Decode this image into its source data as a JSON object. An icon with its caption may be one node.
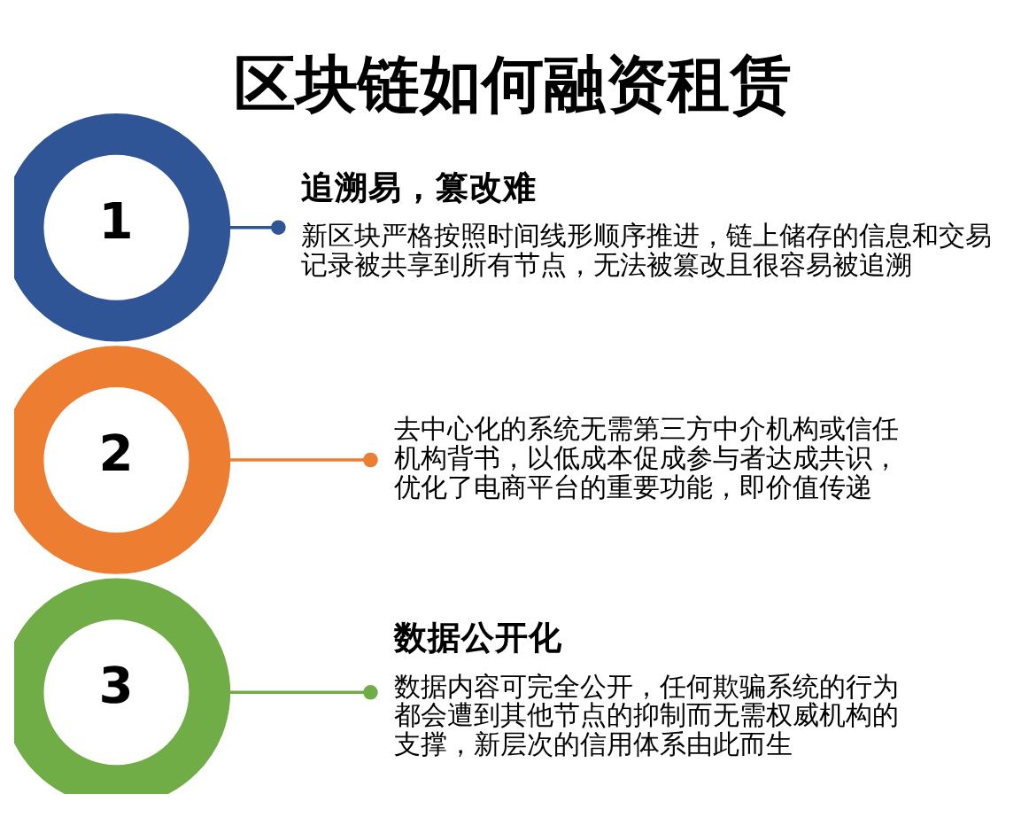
{
  "diagram": {
    "title": "区块链如何融资租赁",
    "nodes": [
      {
        "text": [
          "1"
        ]
      },
      {
        "text": [
          "追溯易，篡改难",
          "新区块严格按照时间线形顺序推进，链上储存的信息和交易记录被共享到所有节点，无法被篡改且很容易被追溯"
        ]
      },
      {
        "text": [
          "2"
        ]
      },
      {
        "text": [
          "去中心化的系统无需第三方中介机构或信任机构背书，以低成本促成参与者达成共识，优化了电商平台的重要功能，即价值传递"
        ]
      },
      {
        "text": [
          "3"
        ]
      },
      {
        "text": [
          "数据公开化",
          "数据内容可完全公开，任何欺骗系统的行为都会遭到其他节点的抑制而无需权威机构的支撑，新层次的信用体系由此而生"
        ]
      }
    ],
    "edges": [
      {
        "from": 0,
        "to": 1,
        "arrow": "other",
        "color": "#2f5597"
      },
      {
        "from": 2,
        "to": 3,
        "arrow": "other",
        "color": "#ed7d31"
      },
      {
        "from": 4,
        "to": 5,
        "arrow": "other",
        "color": "#70ad47"
      }
    ]
  }
}
